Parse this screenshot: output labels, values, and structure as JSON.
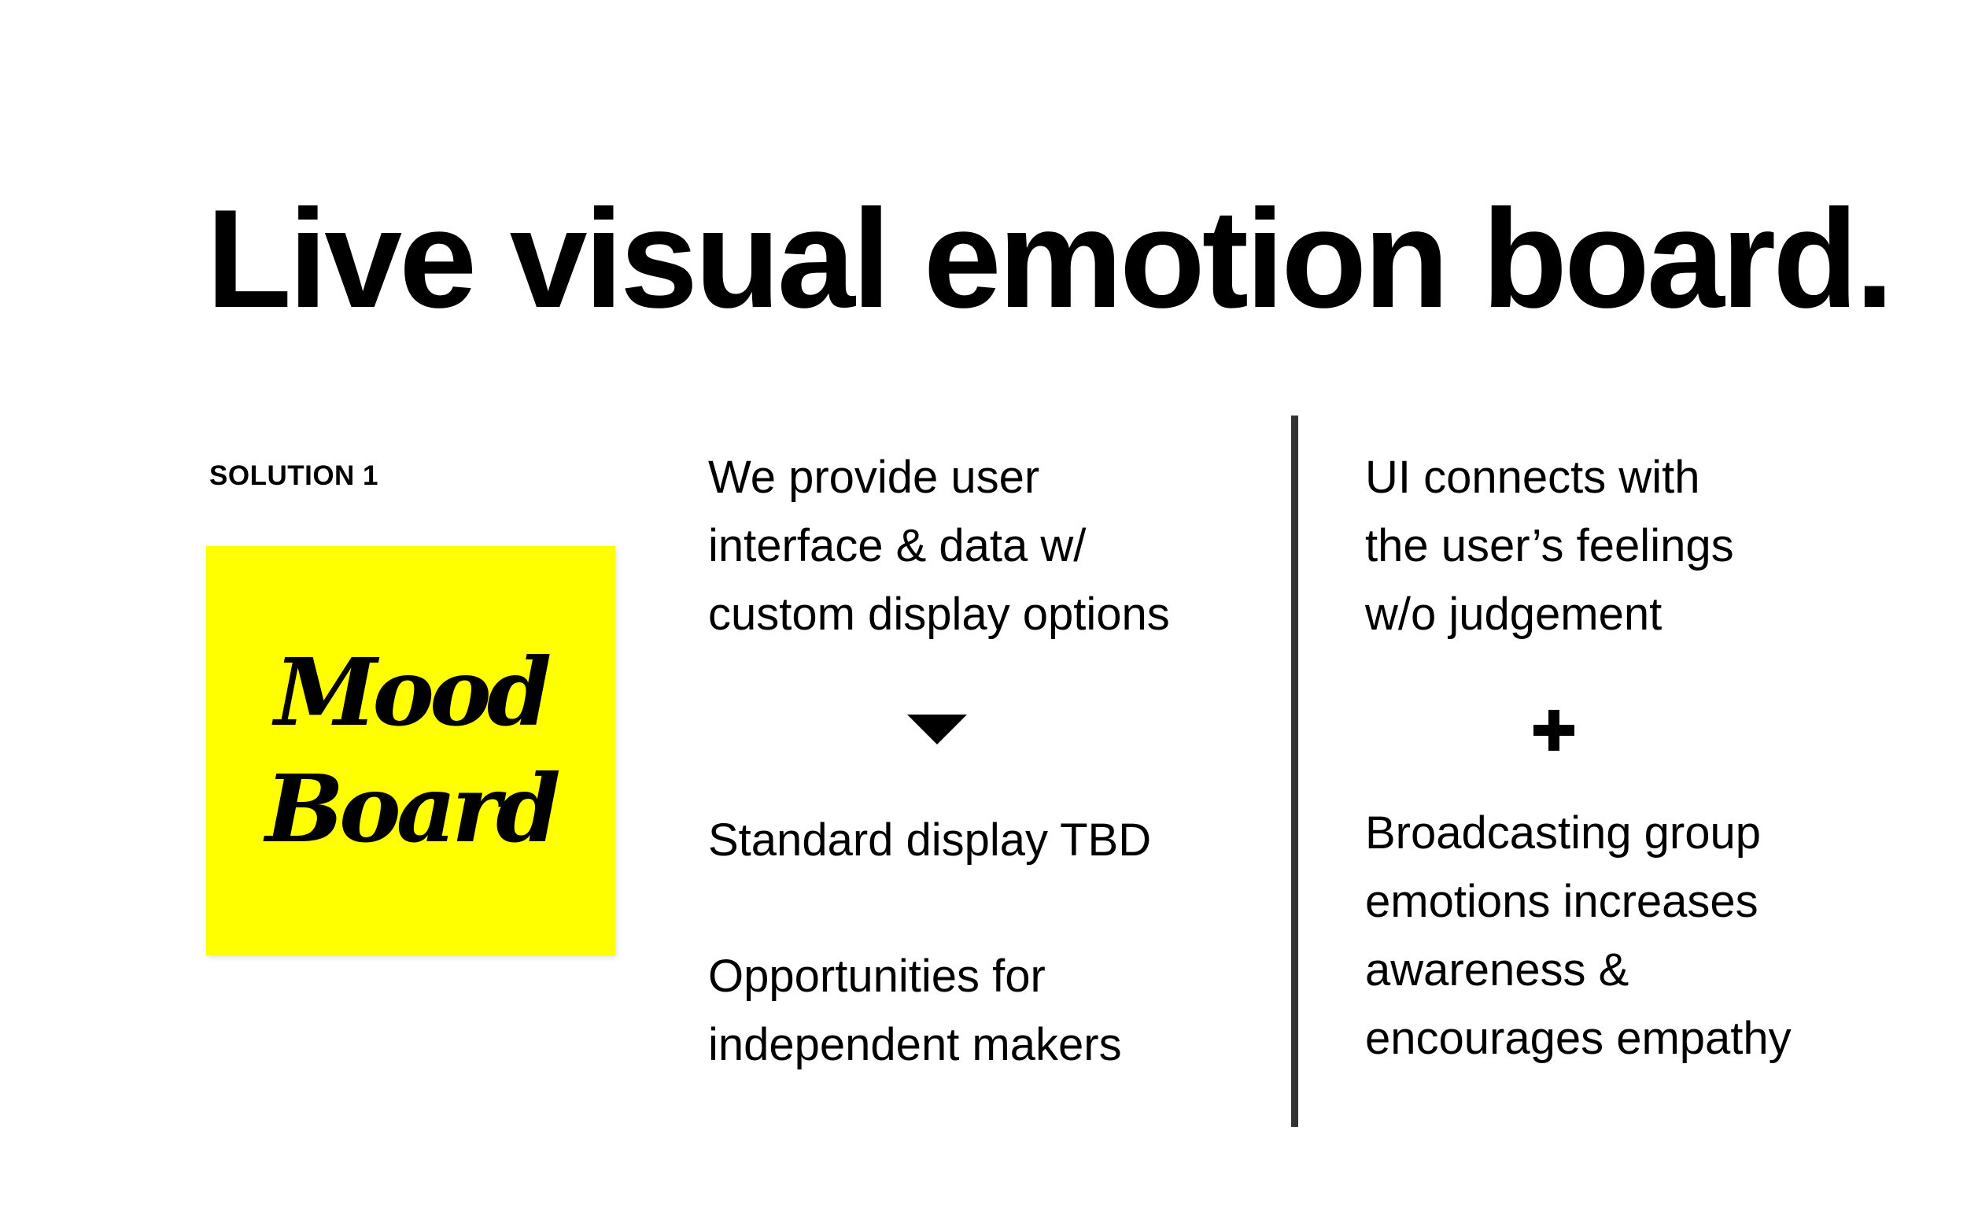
{
  "title": "Live visual emotion board.",
  "solution_label": "SOLUTION 1",
  "sticky_note": {
    "line1": "Mood",
    "line2": "Board",
    "color": "#ffff00"
  },
  "left_column": {
    "lines_top": [
      "We provide user",
      "interface & data w/",
      "custom display options"
    ],
    "connector_icon": "down-triangle-icon",
    "line_middle": "Standard display TBD",
    "lines_bottom": [
      "Opportunities for",
      "independent makers"
    ]
  },
  "right_column": {
    "lines_top": [
      "UI connects with",
      "the user’s feelings",
      "w/o judgement"
    ],
    "connector_icon": "plus-icon",
    "lines_bottom": [
      "Broadcasting group",
      "emotions increases",
      "awareness &",
      "encourages empathy"
    ]
  },
  "divider_color": "#333333"
}
